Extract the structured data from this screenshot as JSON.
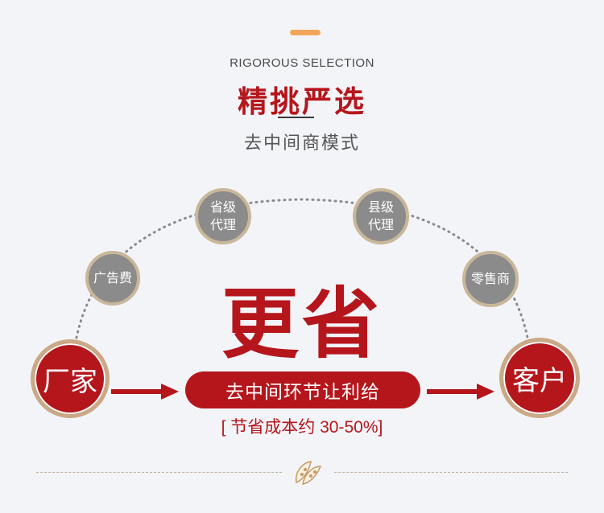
{
  "header": {
    "subtitle_en": "RIGOROUS SELECTION",
    "title_cn": "精挑严选",
    "tagline": "去中间商模式"
  },
  "diagram": {
    "nodes": [
      {
        "label": "广告费"
      },
      {
        "label": "省级\n代理"
      },
      {
        "label": "县级\n代理"
      },
      {
        "label": "零售商"
      }
    ],
    "endpoints": {
      "left": "厂家",
      "right": "客户"
    },
    "big_word": "更省",
    "pill": "去中间环节让利给",
    "savings": "[ 节省成本约 30-50%]"
  },
  "colors": {
    "brand_red": "#b5161c",
    "node_gray": "#8b8b8b",
    "accent_orange": "#f2a65a",
    "ring_gold": "#c9a986"
  },
  "icons": {
    "divider_icon": "pea-pod-icon"
  }
}
